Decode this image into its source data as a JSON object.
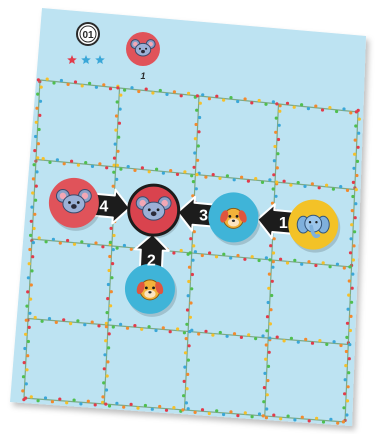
{
  "puzzle": {
    "number": "01",
    "difficulty_stars": 3,
    "star_color_primary": "#e23b4a",
    "star_color_secondary": "#3aa7d8"
  },
  "goal": {
    "animal": "koala",
    "count": "1",
    "disc_color": "#e0535a"
  },
  "board": {
    "rows": 4,
    "cols": 4,
    "card_color": "#bde3f2",
    "lights_colors": [
      "#e23b4a",
      "#f5c02a",
      "#4fbf4f",
      "#3aa7d8",
      "#f28a2e"
    ]
  },
  "pieces": [
    {
      "animal": "koala",
      "row": 2,
      "col": 1,
      "disc_color": "#e0535a",
      "highlight": false
    },
    {
      "animal": "koala",
      "row": 2,
      "col": 2,
      "disc_color": "#d9434e",
      "highlight": true
    },
    {
      "animal": "dog",
      "row": 2,
      "col": 3,
      "disc_color": "#3fb4d8",
      "highlight": false
    },
    {
      "animal": "elephant",
      "row": 2,
      "col": 4,
      "disc_color": "#f3c227",
      "highlight": false
    },
    {
      "animal": "dog",
      "row": 3,
      "col": 2,
      "disc_color": "#3fb4d8",
      "highlight": false
    }
  ],
  "moves": [
    {
      "step": "1",
      "from": [
        2,
        4
      ],
      "to": [
        2,
        3
      ]
    },
    {
      "step": "2",
      "from": [
        3,
        2
      ],
      "to": [
        2,
        2
      ]
    },
    {
      "step": "3",
      "from": [
        2,
        3
      ],
      "to": [
        2,
        2
      ]
    },
    {
      "step": "4",
      "from": [
        2,
        1
      ],
      "to": [
        2,
        2
      ]
    }
  ]
}
